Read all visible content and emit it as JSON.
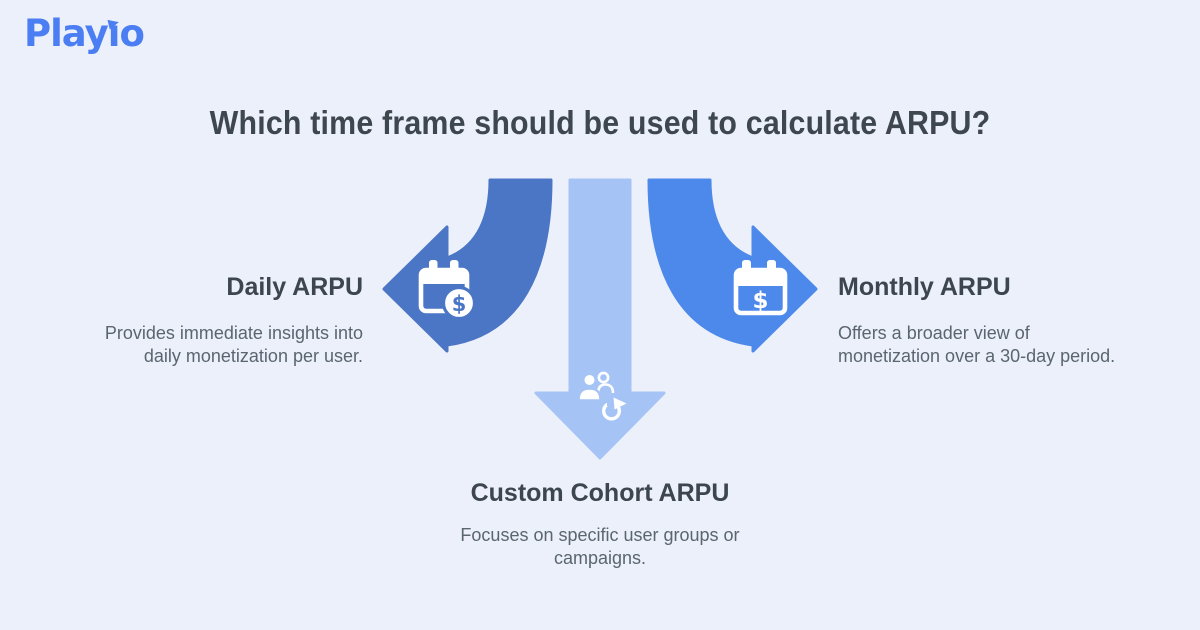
{
  "palette": {
    "background": "#ebf0fb",
    "title_color": "#3e464e",
    "heading_color": "#3d454e",
    "body_text_color": "#5b6570",
    "icon_white": "#ffffff"
  },
  "logo": {
    "text": "Playio",
    "text_before_i": "Play",
    "text_i": "ı",
    "text_after_i": "o",
    "color": "#4b7ef2"
  },
  "title": "Which time frame should be used to calculate ARPU?",
  "diagram": {
    "currency_symbol": "$",
    "branches": {
      "daily": {
        "heading": "Daily ARPU",
        "description": "Provides immediate insights into daily monetization per user.",
        "arrow_color": "#4b76c5",
        "icon": "calendar-dollar-coin"
      },
      "monthly": {
        "heading": "Monthly ARPU",
        "description": "Offers a broader view of monetization over a 30-day period.",
        "arrow_color": "#4c89ea",
        "icon": "calendar-dollar"
      },
      "custom": {
        "heading": "Custom Cohort ARPU",
        "description": "Focuses on specific user groups or campaigns.",
        "arrow_color": "#a5c4f5",
        "icon": "users-refresh"
      }
    }
  }
}
